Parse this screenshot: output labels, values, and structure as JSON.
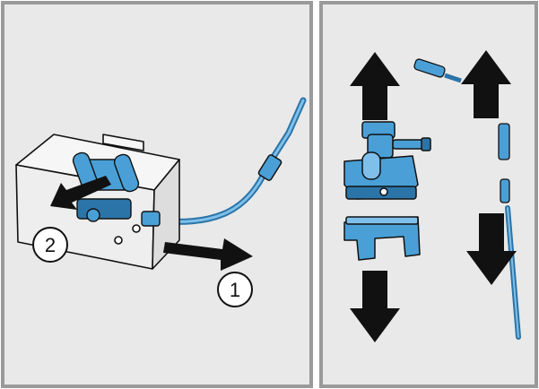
{
  "figure": {
    "panels": [
      {
        "id": "left",
        "steps": [
          {
            "number": "1",
            "action": "pull-out"
          },
          {
            "number": "2",
            "action": "remove"
          }
        ]
      },
      {
        "id": "right",
        "motions": [
          "up",
          "up",
          "down",
          "down"
        ]
      }
    ],
    "colors": {
      "background": "#ffffff",
      "panel_fill": "#e9e9e9",
      "panel_border": "#9a9a9a",
      "part_blue": "#4aa0d6",
      "part_blue_dark": "#2b74a8",
      "outline": "#111111",
      "arrow": "#111111"
    },
    "icons": [
      "valve-part-icon",
      "bracket-part-icon",
      "tube-icon",
      "arrow-up-icon",
      "arrow-down-icon",
      "arrow-right-icon"
    ]
  }
}
